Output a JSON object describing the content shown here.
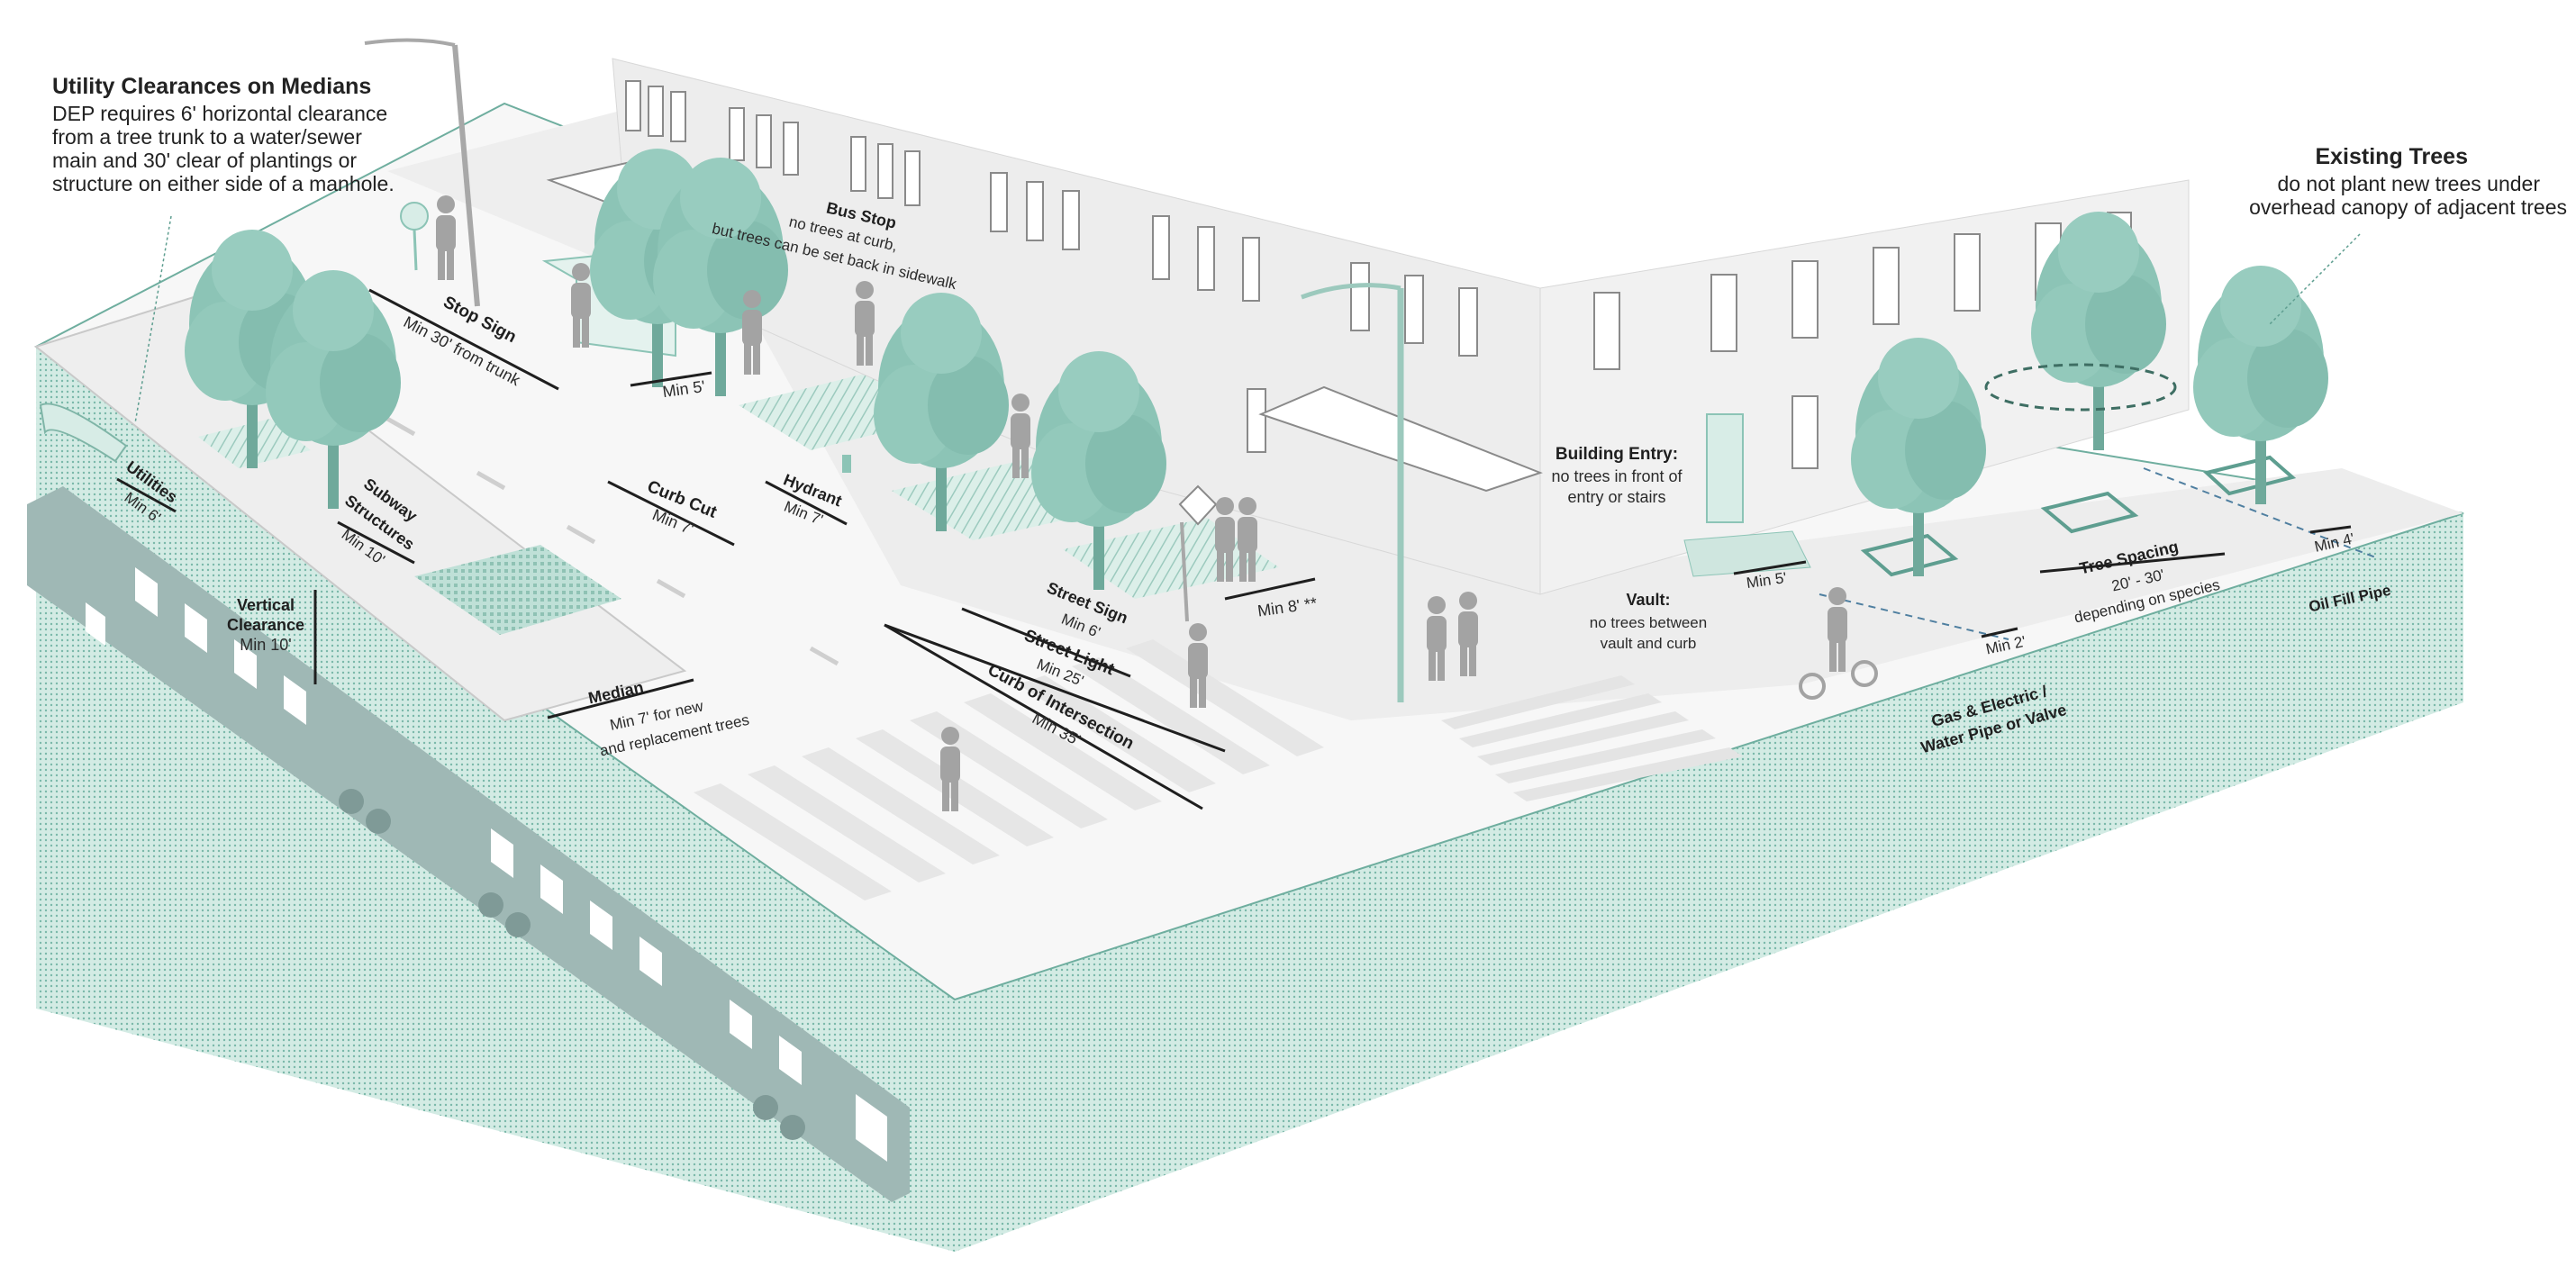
{
  "notes": {
    "utility": {
      "title": "Utility Clearances on Medians",
      "body": "DEP requires 6' horizontal clearance from a tree trunk to a water/sewer main and 30' clear of plantings or structure on either side of a manhole."
    },
    "existing_trees": {
      "title": "Existing Trees",
      "line1": "do not plant new trees under",
      "line2": "overhead canopy of adjacent trees"
    }
  },
  "labels": {
    "bus_stop_title": "Bus Stop",
    "bus_stop_l1": "no trees at curb,",
    "bus_stop_l2": "but trees can be set back in sidewalk",
    "stop_sign_title": "Stop Sign",
    "stop_sign_sub": "Min 30' from trunk",
    "min5_bus": "Min 5'",
    "utilities_title": "Utilities",
    "utilities_sub": "Min 6'",
    "subway_title1": "Subway",
    "subway_title2": "Structures",
    "subway_sub": "Min 10'",
    "vertical_title1": "Vertical",
    "vertical_title2": "Clearance",
    "vertical_sub": "Min 10'",
    "curb_cut_title": "Curb Cut",
    "curb_cut_sub": "Min 7'",
    "hydrant_title": "Hydrant",
    "hydrant_sub": "Min 7'",
    "min8": "Min 8' **",
    "median_title": "Median",
    "median_l1": "Min 7' for new",
    "median_l2": "and replacement trees",
    "street_sign_title": "Street Sign",
    "street_sign_sub": "Min 6'",
    "street_light_title": "Street Light",
    "street_light_sub": "Min 25'",
    "curb_int_title": "Curb of Intersection",
    "curb_int_sub": "Min 35'",
    "building_entry_title": "Building Entry:",
    "building_entry_l1": "no trees in front of",
    "building_entry_l2": "entry or stairs",
    "vault_title": "Vault:",
    "vault_l1": "no trees between",
    "vault_l2": "vault and curb",
    "min5_vault": "Min 5'",
    "min2": "Min 2'",
    "tree_spacing_title": "Tree Spacing",
    "tree_spacing_l1": "20' - 30'",
    "tree_spacing_l2": "depending on species",
    "min4": "Min 4'",
    "oil_fill": "Oil Fill Pipe",
    "gas_l1": "Gas & Electric /",
    "gas_l2": "Water Pipe or Valve"
  },
  "colors": {
    "teal": "#8cc4b6",
    "teal_dark": "#5e9e90",
    "teal_light": "#cfe6df",
    "ground": "#a9d2c7",
    "train": "#9fb8b5",
    "building": "#ececec",
    "person": "#a3a3a3"
  }
}
